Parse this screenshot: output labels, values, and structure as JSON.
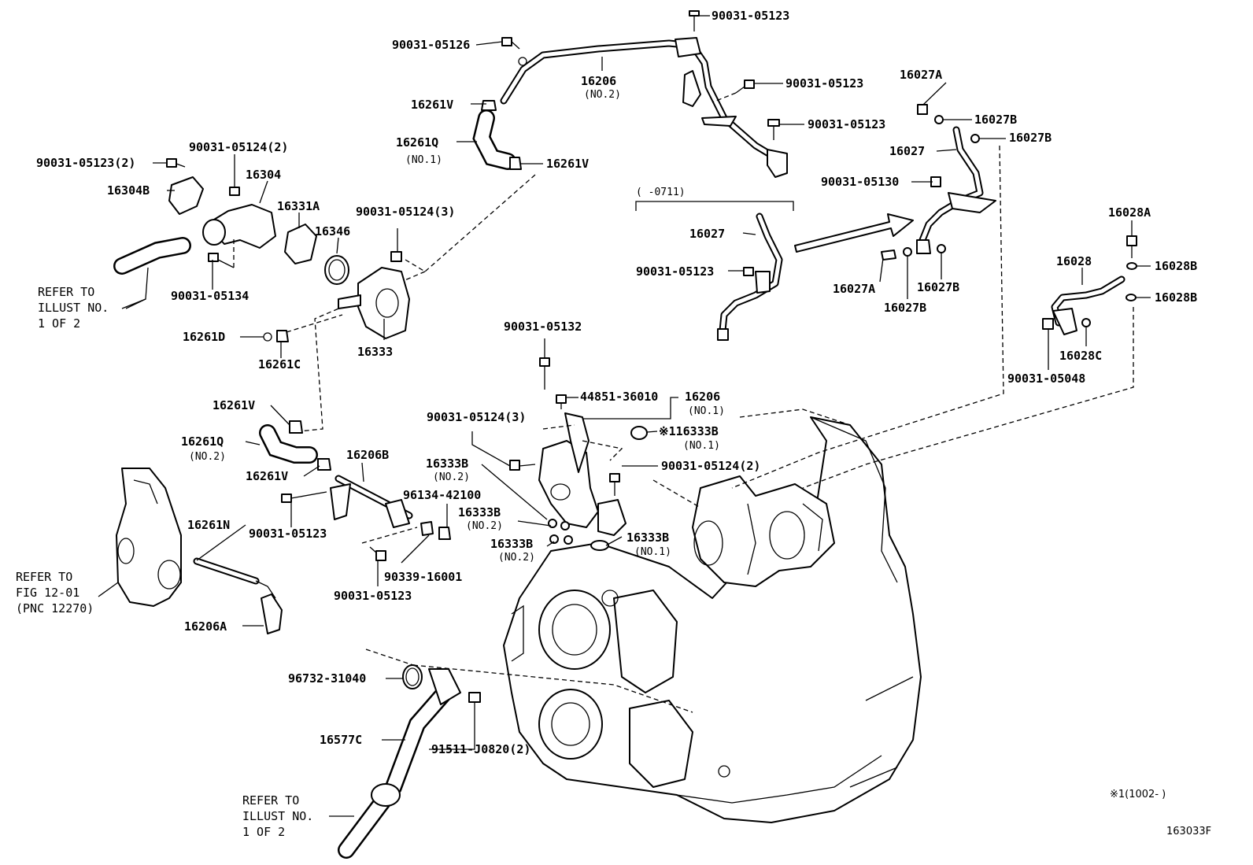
{
  "diagram_code": "163033F",
  "note_footnote": "※1(1002-    )",
  "date_bracket": "(    -0711)",
  "refer_illust_top": [
    "REFER TO",
    "ILLUST NO.",
    "1 OF 2"
  ],
  "refer_illust_bottom": [
    "REFER TO",
    "ILLUST NO.",
    "1 OF 2"
  ],
  "refer_fig": [
    "REFER TO",
    "FIG 12-01",
    "(PNC 12270)"
  ],
  "labels": {
    "b_05123_top": "90031-05123",
    "b_05126": "90031-05126",
    "p_16206": "16206",
    "p_16206_sub": "(NO.2)",
    "b_05123_r1": "90031-05123",
    "b_05123_r2": "90031-05123",
    "p_16261V_a": "16261V",
    "p_16261Q_a": "16261Q",
    "p_16261Q_a_sub": "(NO.1)",
    "p_16261V_b": "16261V",
    "b_05123_2": "90031-05123(2)",
    "b_05124_2a": "90031-05124(2)",
    "p_16304": "16304",
    "p_16304B": "16304B",
    "p_16331A": "16331A",
    "p_16346": "16346",
    "b_05124_3a": "90031-05124(3)",
    "b_05134": "90031-05134",
    "p_16261D": "16261D",
    "p_16261C": "16261C",
    "p_16333": "16333",
    "p_16027A_top": "16027A",
    "p_16027B_1": "16027B",
    "p_16027B_2": "16027B",
    "p_16027_r": "16027",
    "b_05130": "90031-05130",
    "p_16027_l": "16027",
    "b_05123_l": "90031-05123",
    "p_16027A_b": "16027A",
    "p_16027B_3": "16027B",
    "p_16027B_4": "16027B",
    "p_16028A": "16028A",
    "p_16028": "16028",
    "p_16028B_1": "16028B",
    "p_16028B_2": "16028B",
    "p_16028C": "16028C",
    "b_05048": "90031-05048",
    "b_05132": "90031-05132",
    "p_44851": "44851-36010",
    "p_16206_n1": "16206",
    "p_16206_n1_sub": "(NO.1)",
    "b_05124_3b": "90031-05124(3)",
    "p_16333B_n1a": "※116333B",
    "p_16333B_n1a_sub": "(NO.1)",
    "p_16261V_c": "16261V",
    "p_16261Q_b": "16261Q",
    "p_16261Q_b_sub": "(NO.2)",
    "p_16261V_d": "16261V",
    "p_16206B": "16206B",
    "p_16333B_n2a": "16333B",
    "p_16333B_n2a_sub": "(NO.2)",
    "b_05124_2b": "90031-05124(2)",
    "p_96134": "96134-42100",
    "p_16333B_n2b": "16333B",
    "p_16333B_n2b_sub": "(NO.2)",
    "p_16333B_n2c": "16333B",
    "p_16333B_n2c_sub": "(NO.2)",
    "p_16333B_n1b": "16333B",
    "p_16333B_n1b_sub": "(NO.1)",
    "b_05123_m": "90031-05123",
    "p_16261N": "16261N",
    "p_90339": "90339-16001",
    "b_05123_b": "90031-05123",
    "p_16206A": "16206A",
    "p_96732": "96732-31040",
    "p_16577C": "16577C",
    "p_91511": "91511-J0820(2)"
  }
}
